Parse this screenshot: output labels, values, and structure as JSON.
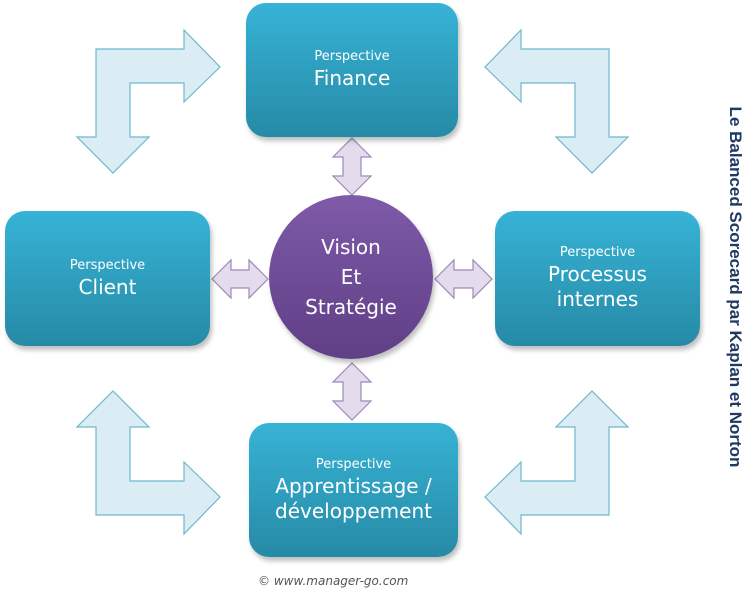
{
  "title": "Le Balanced Scorecard par Kaplan et Norton",
  "center": {
    "line1": "Vision",
    "line2": "Et",
    "line3": "Stratégie"
  },
  "perspectives": {
    "finance": {
      "label": "Perspective",
      "name": "Finance"
    },
    "client": {
      "label": "Perspective",
      "name": "Client"
    },
    "processus": {
      "label": "Perspective",
      "name1": "Processus",
      "name2": "internes"
    },
    "apprentissage": {
      "label": "Perspective",
      "name1": "Apprentissage /",
      "name2": "développement"
    }
  },
  "copyright": "© www.manager-go.com",
  "colors": {
    "box": "#2f9fc2",
    "circle": "#6f4c98",
    "bent_arrow": "#daedf4",
    "small_arrow": "#e4dcec",
    "title": "#1f3864"
  }
}
